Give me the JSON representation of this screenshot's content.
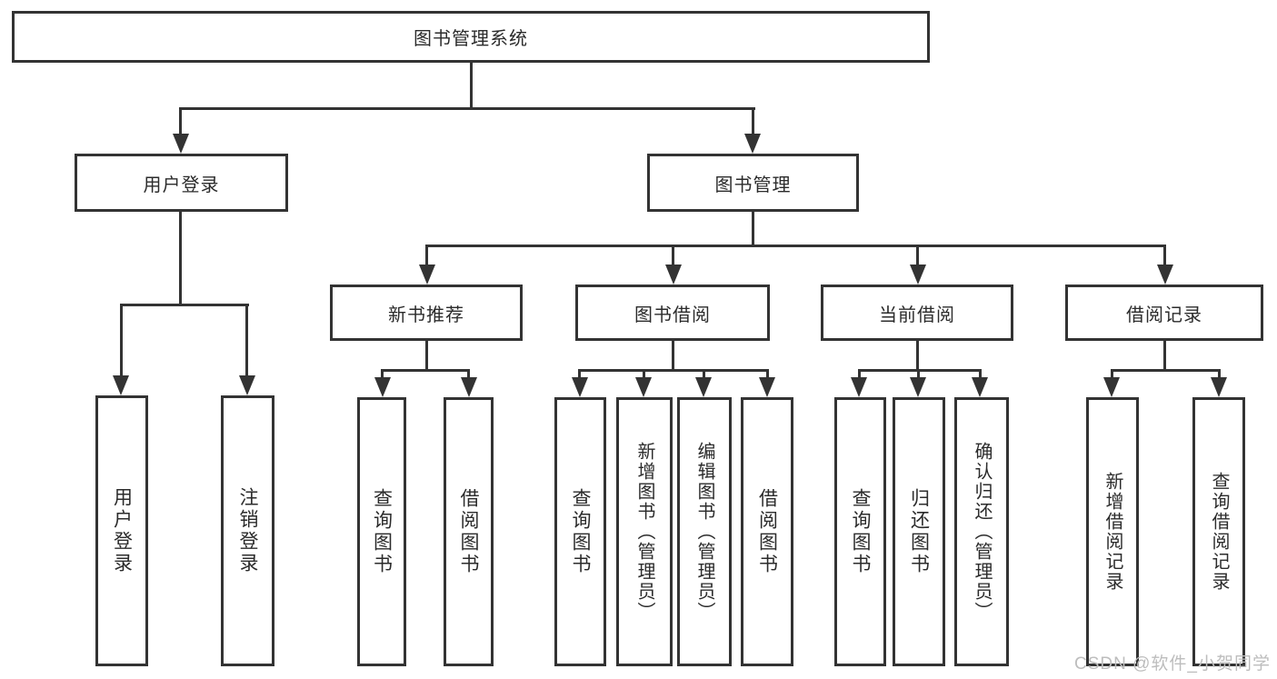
{
  "colors": {
    "line": "#333333",
    "box_border": "#333333",
    "background": "#ffffff",
    "watermark": "#bdbdbd",
    "text": "#2b2b2b"
  },
  "watermark": "CSDN @软件_小贺同学",
  "tree": {
    "root": {
      "label": "图书管理系统"
    },
    "branches": [
      {
        "label": "用户登录",
        "children": [
          {
            "label": "用户登录"
          },
          {
            "label": "注销登录"
          }
        ]
      },
      {
        "label": "图书管理",
        "children": [
          {
            "label": "新书推荐",
            "children": [
              {
                "label": "查询图书"
              },
              {
                "label": "借阅图书"
              }
            ]
          },
          {
            "label": "图书借阅",
            "children": [
              {
                "label": "查询图书"
              },
              {
                "label": "新增图书（管理员）"
              },
              {
                "label": "编辑图书（管理员）"
              },
              {
                "label": "借阅图书"
              }
            ]
          },
          {
            "label": "当前借阅",
            "children": [
              {
                "label": "查询图书"
              },
              {
                "label": "归还图书"
              },
              {
                "label": "确认归还（管理员）"
              }
            ]
          },
          {
            "label": "借阅记录",
            "children": [
              {
                "label": "新增借阅记录"
              },
              {
                "label": "查询借阅记录"
              }
            ]
          }
        ]
      }
    ]
  }
}
